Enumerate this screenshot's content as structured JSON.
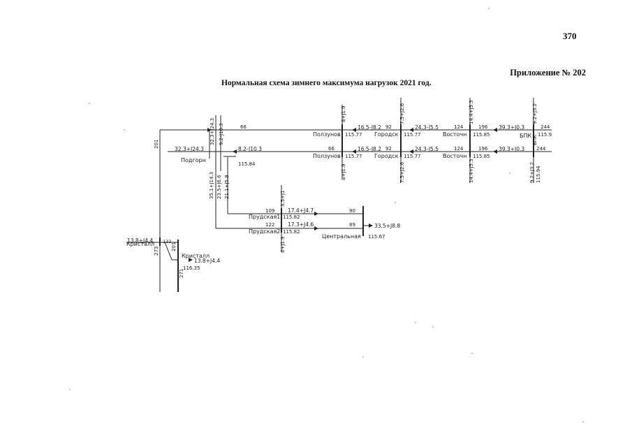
{
  "page_number": "370",
  "appendix": "Приложение № 202",
  "title": "Нормальная схема зимнего максимума нагрузок 2021 год.",
  "substations": {
    "polzunov": "Ползунов",
    "gorodsk": "Городск",
    "vostochn": "Восточн",
    "bpk": "БПК",
    "podgorn": "Подгорн",
    "prudskaya1": "Прудская1",
    "prudskaya2": "Прудская2",
    "centralnaya": "Центральная",
    "kristall_left": "Кристалл",
    "kristall": "Кристалл"
  },
  "voltages": {
    "polzunov_top": "115.77",
    "polzunov_bottom": "115.77",
    "gorodsk_top": "115.77",
    "gorodsk_bottom": "115.77",
    "vostochn_top": "115.85",
    "vostochn_bottom": "115.85",
    "bpk_top": "115.9",
    "bpk_bottom": "115.94",
    "podgorn": "115.84",
    "prudskaya1": "115.82",
    "prudskaya2": "115.82",
    "centralnaya": "115.67",
    "kristall": "116.35"
  },
  "flows": {
    "polz_gor_top": "16.5-J8.2",
    "polz_gor_bottom": "16.5-J8.2",
    "gor_vost_top": "24.3-J5.5",
    "gor_vost_bottom": "24.3-J5.5",
    "vost_bpk_top": "39.3+J0.3",
    "vost_bpk_bottom": "39.3+J0.3",
    "podgorn_out_1": "32.3+J24.3",
    "podgorn_out_2": "8.2-J10.3",
    "feeder_up_1": "32.3+J24.3",
    "feeder_up_2": "9.2-J10.3",
    "feeder_down_1": "35.1+J14.3",
    "feeder_down_2": "23.5+J6.6",
    "feeder_down_3": "21.1+J5.8",
    "prud1_line": "17.4+J4.7",
    "prud2_line": "17.3+J4.6",
    "prud_load": "3.5+J1",
    "prud2_load": "6+J1.9",
    "central_load": "33.5+J8.8",
    "polz_load_top": "8+J1.9",
    "polz_load_bottom": "8+J1.9",
    "gor_load_top": "7.5+J2.6",
    "gor_load_bottom": "7.5+J2.6",
    "vost_load_top": "14.4+J5.3",
    "vost_load_bottom": "14.4+J5.3",
    "bpk_load_top": "9.2+J3.2",
    "bpk_load_bottom": "9.2+J3.2",
    "kristall_in": "13.8+J4.4",
    "kristall_load": "13.8+J4.4"
  },
  "line_ids": {
    "top_66": "66",
    "bottom_66": "66",
    "top_92": "92",
    "bottom_92": "92",
    "top_124": "124",
    "bottom_124": "124",
    "top_196": "196",
    "bottom_196": "196",
    "top_244": "244",
    "bottom_244": "244",
    "left_201": "201",
    "l109": "109",
    "l90": "90",
    "l122": "122",
    "l89": "89",
    "l273": "273",
    "l201b": "201",
    "l271": "271",
    "l133": "133"
  }
}
